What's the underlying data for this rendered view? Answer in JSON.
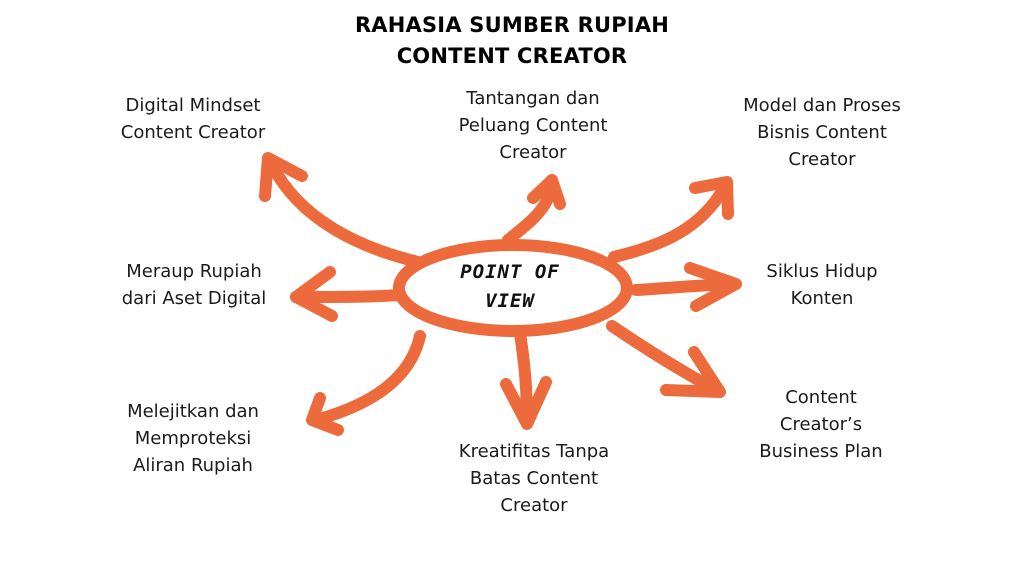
{
  "title": {
    "line1": "RAHASIA SUMBER RUPIAH",
    "line2": "CONTENT CREATOR"
  },
  "center": {
    "line1": "POINT OF",
    "line2": "VIEW"
  },
  "colors": {
    "arrow": "#EC6A3C",
    "ellipse": "#EC6A3C",
    "text": "#1b1b1b"
  },
  "nodes": {
    "digital_mindset": [
      "Digital Mindset",
      "Content Creator"
    ],
    "tantangan": [
      "Tantangan dan",
      "Peluang Content",
      "Creator"
    ],
    "model_bisnis": [
      "Model dan Proses",
      "Bisnis Content",
      "Creator"
    ],
    "meraup": [
      "Meraup Rupiah",
      "dari Aset Digital"
    ],
    "siklus": [
      "Siklus Hidup",
      "Konten"
    ],
    "melejitkan": [
      "Melejitkan dan",
      "Memproteksi",
      "Aliran Rupiah"
    ],
    "kreatifitas": [
      "Kreatifitas Tanpa",
      "Batas Content",
      "Creator"
    ],
    "business_plan": [
      "Content",
      "Creator’s",
      "Business Plan"
    ]
  }
}
